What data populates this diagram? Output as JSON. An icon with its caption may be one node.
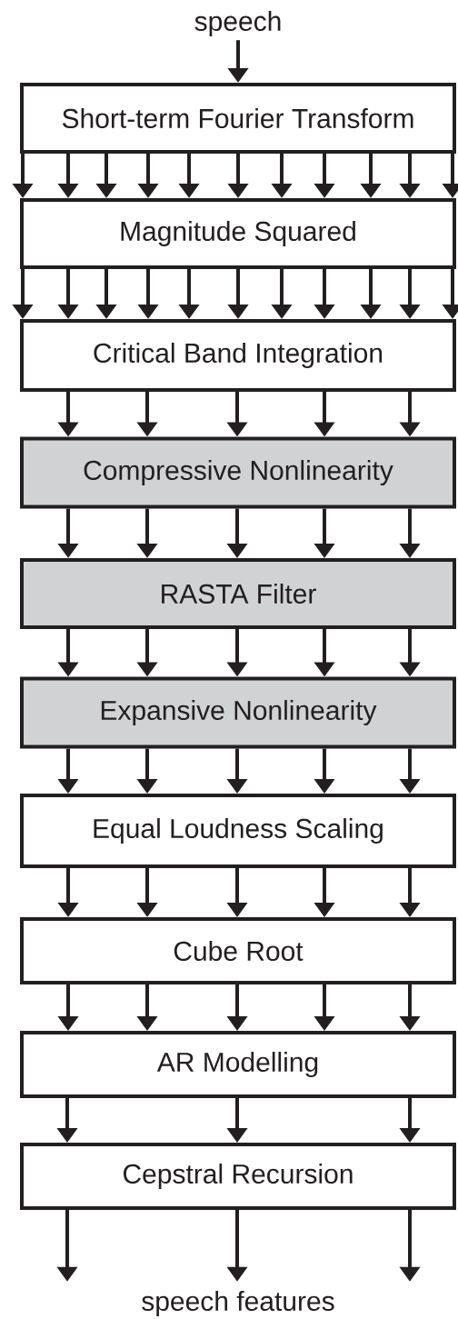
{
  "diagram": {
    "nodes": [
      {
        "text": [
          "speech"
        ]
      },
      {
        "text": [
          "Short-term Fourier Transform"
        ]
      },
      {
        "text": [
          "Magnitude Squared"
        ]
      },
      {
        "text": [
          "Critical Band Integration"
        ]
      },
      {
        "text": [
          "Compressive Nonlinearity"
        ]
      },
      {
        "text": [
          "RASTA Filter"
        ]
      },
      {
        "text": [
          "Expansive Nonlinearity"
        ]
      },
      {
        "text": [
          "Equal Loudness Scaling"
        ]
      },
      {
        "text": [
          "Cube Root"
        ]
      },
      {
        "text": [
          "AR Modelling"
        ]
      },
      {
        "text": [
          "Cepstral Recursion"
        ]
      },
      {
        "text": [
          "speech features"
        ]
      }
    ],
    "edges": [
      {
        "from": 0,
        "to": 1,
        "arrow": "to"
      },
      {
        "from": 1,
        "to": 2,
        "arrow": "to"
      },
      {
        "from": 1,
        "to": 2,
        "arrow": "to"
      },
      {
        "from": 1,
        "to": 2,
        "arrow": "to"
      },
      {
        "from": 1,
        "to": 2,
        "arrow": "to"
      },
      {
        "from": 1,
        "to": 2,
        "arrow": "to"
      },
      {
        "from": 1,
        "to": 2,
        "arrow": "to"
      },
      {
        "from": 1,
        "to": 2,
        "arrow": "to"
      },
      {
        "from": 1,
        "to": 2,
        "arrow": "to"
      },
      {
        "from": 1,
        "to": 2,
        "arrow": "to"
      },
      {
        "from": 1,
        "to": 2,
        "arrow": "to"
      },
      {
        "from": 1,
        "to": 2,
        "arrow": "to"
      },
      {
        "from": 2,
        "to": 3,
        "arrow": "to"
      },
      {
        "from": 2,
        "to": 3,
        "arrow": "to"
      },
      {
        "from": 2,
        "to": 3,
        "arrow": "to"
      },
      {
        "from": 2,
        "to": 3,
        "arrow": "to"
      },
      {
        "from": 2,
        "to": 3,
        "arrow": "to"
      },
      {
        "from": 2,
        "to": 3,
        "arrow": "to"
      },
      {
        "from": 2,
        "to": 3,
        "arrow": "to"
      },
      {
        "from": 2,
        "to": 3,
        "arrow": "to"
      },
      {
        "from": 2,
        "to": 3,
        "arrow": "to"
      },
      {
        "from": 2,
        "to": 3,
        "arrow": "to"
      },
      {
        "from": 2,
        "to": 3,
        "arrow": "to"
      },
      {
        "from": 3,
        "to": 4,
        "arrow": "to"
      },
      {
        "from": 3,
        "to": 4,
        "arrow": "to"
      },
      {
        "from": 3,
        "to": 4,
        "arrow": "to"
      },
      {
        "from": 3,
        "to": 4,
        "arrow": "to"
      },
      {
        "from": 3,
        "to": 4,
        "arrow": "to"
      },
      {
        "from": 4,
        "to": 5,
        "arrow": "to"
      },
      {
        "from": 4,
        "to": 5,
        "arrow": "to"
      },
      {
        "from": 4,
        "to": 5,
        "arrow": "to"
      },
      {
        "from": 4,
        "to": 5,
        "arrow": "to"
      },
      {
        "from": 4,
        "to": 5,
        "arrow": "to"
      },
      {
        "from": 5,
        "to": 6,
        "arrow": "to"
      },
      {
        "from": 5,
        "to": 6,
        "arrow": "to"
      },
      {
        "from": 5,
        "to": 6,
        "arrow": "to"
      },
      {
        "from": 5,
        "to": 6,
        "arrow": "to"
      },
      {
        "from": 5,
        "to": 6,
        "arrow": "to"
      },
      {
        "from": 6,
        "to": 7,
        "arrow": "to"
      },
      {
        "from": 6,
        "to": 7,
        "arrow": "to"
      },
      {
        "from": 6,
        "to": 7,
        "arrow": "to"
      },
      {
        "from": 6,
        "to": 7,
        "arrow": "to"
      },
      {
        "from": 6,
        "to": 7,
        "arrow": "to"
      },
      {
        "from": 7,
        "to": 8,
        "arrow": "to"
      },
      {
        "from": 7,
        "to": 8,
        "arrow": "to"
      },
      {
        "from": 7,
        "to": 8,
        "arrow": "to"
      },
      {
        "from": 7,
        "to": 8,
        "arrow": "to"
      },
      {
        "from": 7,
        "to": 8,
        "arrow": "to"
      },
      {
        "from": 8,
        "to": 9,
        "arrow": "to"
      },
      {
        "from": 8,
        "to": 9,
        "arrow": "to"
      },
      {
        "from": 8,
        "to": 9,
        "arrow": "to"
      },
      {
        "from": 8,
        "to": 9,
        "arrow": "to"
      },
      {
        "from": 8,
        "to": 9,
        "arrow": "to"
      },
      {
        "from": 9,
        "to": 10,
        "arrow": "to"
      },
      {
        "from": 9,
        "to": 10,
        "arrow": "to"
      },
      {
        "from": 9,
        "to": 10,
        "arrow": "to"
      },
      {
        "from": 10,
        "to": 11,
        "arrow": "to"
      },
      {
        "from": 10,
        "to": 11,
        "arrow": "to"
      },
      {
        "from": 10,
        "to": 11,
        "arrow": "to"
      }
    ]
  }
}
